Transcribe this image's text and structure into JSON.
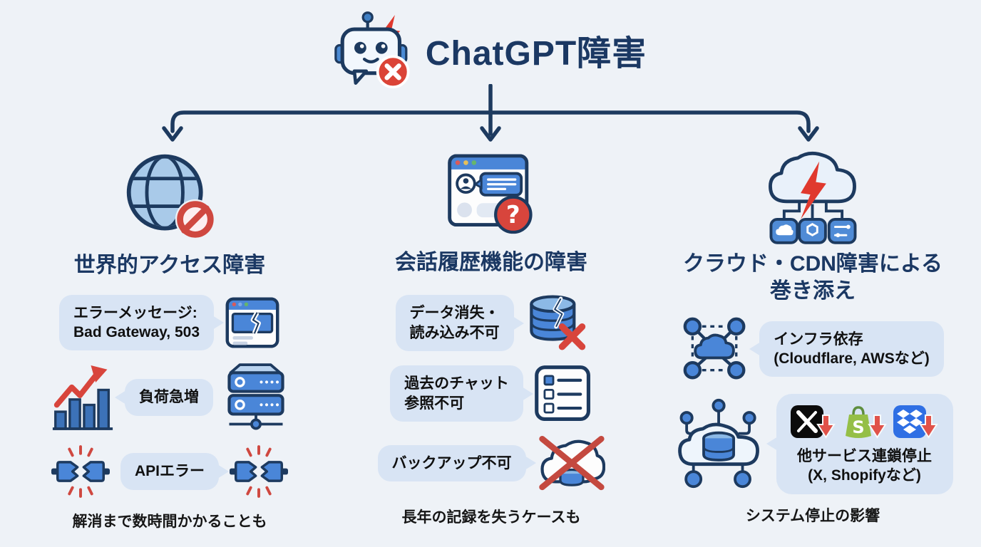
{
  "title": "ChatGPT障害",
  "title_icon": "robot-error-icon",
  "colors": {
    "background": "#eef2f7",
    "navy": "#1d3a5f",
    "red": "#d8453c",
    "bubble": "#d8e4f4",
    "blue_fill": "#4a86d8"
  },
  "columns": [
    {
      "header": "世界的アクセス障害",
      "top_icon": "globe-blocked-icon",
      "items": [
        {
          "text": "エラーメッセージ:\nBad Gateway, 503",
          "icon": "broken-browser-icon"
        },
        {
          "text": "負荷急増",
          "icon_left": "surge-chart-icon",
          "icon_right": "server-icon"
        },
        {
          "text": "APIエラー",
          "icon_left": "broken-link-icon",
          "icon_right": "broken-link-icon"
        }
      ],
      "footer": "解消まで数時間かかることも"
    },
    {
      "header": "会話履歴機能の障害",
      "top_icon": "chat-history-error-icon",
      "items": [
        {
          "text": "データ消失・\n読み込み不可",
          "icon": "cracked-database-icon"
        },
        {
          "text": "過去のチャット\n参照不可",
          "icon": "chat-list-icon"
        },
        {
          "text": "バックアップ不可",
          "icon": "no-cloud-backup-icon"
        }
      ],
      "footer": "長年の記録を失うケースも"
    },
    {
      "header": "クラウド・CDN障害による\n巻き添え",
      "top_icon": "cloud-outage-icon",
      "items": [
        {
          "text": "インフラ依存\n(Cloudflare, AWSなど)",
          "icon": "cloud-network-icon"
        },
        {
          "text": "他サービス連鎖停止\n(X, Shopifyなど)",
          "icon": "cloud-database-network-icon",
          "services": [
            "X",
            "Shopify",
            "Dropbox"
          ]
        }
      ],
      "footer": "システム停止の影響"
    }
  ]
}
